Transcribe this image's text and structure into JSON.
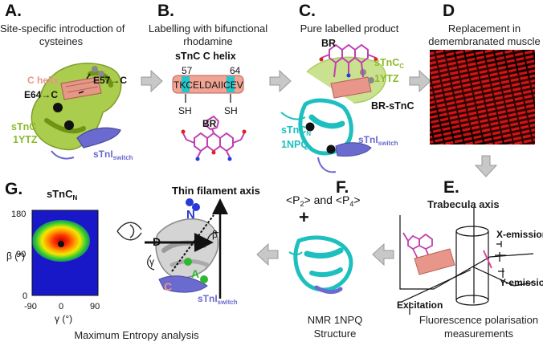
{
  "panels": {
    "A": {
      "letter": "A.",
      "caption_1": "Site-specific introduction of",
      "caption_2": "cysteines",
      "label_chelix": "C helix",
      "label_e57": "E57→C",
      "label_e64": "E64→C",
      "label_stnc": "sTnC",
      "label_1ytz": "1YTZ",
      "label_stni": "sTnI",
      "label_stni_sub": "switch"
    },
    "B": {
      "letter": "B.",
      "caption_1": "Labelling with bifunctional",
      "caption_2": "rhodamine",
      "helix_title": "sTnC C helix",
      "pos_57": "57",
      "pos_64": "64",
      "seq_1": "TK",
      "seq_c1": "C",
      "seq_2": "ELDAII",
      "seq_c2": "C",
      "seq_3": "EV",
      "sh_left": "SH",
      "sh_right": "SH",
      "label_br": "BR"
    },
    "C": {
      "letter": "C.",
      "caption": "Pure labelled product",
      "label_br": "BR",
      "label_stncc": "sTnC",
      "label_stncc_sub": "C",
      "label_1ytz": "1YTZ",
      "label_brstnc": "BR-sTnC",
      "label_stncn": "sTnC",
      "label_stncn_sub": "N",
      "label_1npq": "1NPQ",
      "label_stni": "sTnI",
      "label_stni_sub": "switch"
    },
    "D": {
      "letter": "D",
      "caption_1": "Replacement in",
      "caption_2": "demembranated muscle"
    },
    "E": {
      "letter": "E.",
      "title": "Trabecula axis",
      "label_xem": "X-emission",
      "label_yem": "Y-emission",
      "label_exc": "Excitation",
      "caption_1": "Fluorescence polarisation",
      "caption_2": "measurements"
    },
    "F": {
      "letter": "F.",
      "label_p": "<P",
      "label_p2": "2",
      "label_and": "> and <P",
      "label_p4": "4",
      "label_close": ">",
      "plus": "+",
      "caption_1": "NMR 1NPQ",
      "caption_2": "Structure"
    },
    "G": {
      "letter": "G.",
      "plot_title": "sTnC",
      "plot_title_sub": "N",
      "y_axis_label": "β (°)",
      "x_axis_label": "γ (°)",
      "y_ticks": [
        "180",
        "90",
        "0"
      ],
      "x_ticks": [
        "-90",
        "0",
        "90"
      ],
      "filament_title": "Thin filament axis",
      "label_n": "N",
      "label_d": "D",
      "label_a": "A",
      "label_c": "C",
      "label_beta": "β",
      "label_gamma": "γ",
      "label_stni": "sTnI",
      "label_stni_sub": "switch",
      "caption": "Maximum Entropy analysis"
    }
  },
  "colors": {
    "stnc_green": "#8dbb2a",
    "c_helix_pink": "#e8968a",
    "stni_blue": "#6a6acf",
    "stncn_cyan": "#1dbfbf",
    "rhodamine_magenta": "#c040b0",
    "cys_cyan": "#22c6cc",
    "arrow_gray": "#c8c8c8",
    "muscle_red": "#d01010"
  }
}
